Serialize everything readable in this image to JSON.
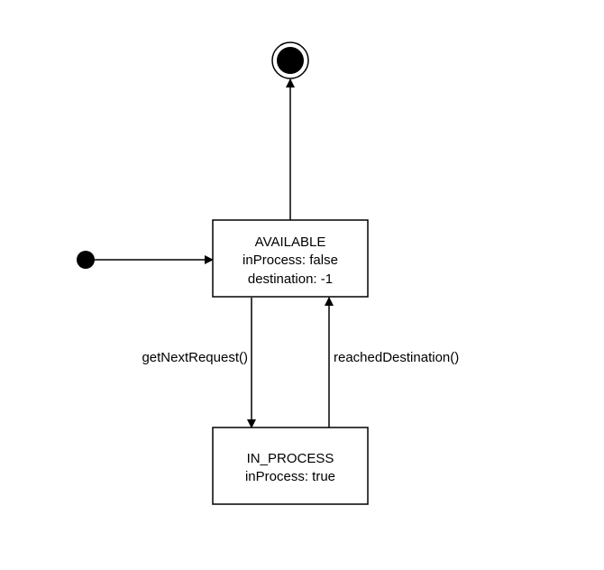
{
  "diagram": {
    "type": "state-machine",
    "colors": {
      "line": "#000000",
      "fill": "#ffffff",
      "background": "#ffffff"
    },
    "states": [
      {
        "id": "available",
        "lines": [
          "AVAILABLE",
          "inProcess: false",
          "destination: -1"
        ]
      },
      {
        "id": "in-process",
        "lines": [
          "IN_PROCESS",
          "inProcess: true"
        ]
      }
    ],
    "transitions": [
      {
        "from": "initial",
        "to": "available",
        "label": ""
      },
      {
        "from": "available",
        "to": "in-process",
        "label": "getNextRequest()"
      },
      {
        "from": "in-process",
        "to": "available",
        "label": "reachedDestination()"
      },
      {
        "from": "available",
        "to": "final",
        "label": ""
      }
    ]
  }
}
